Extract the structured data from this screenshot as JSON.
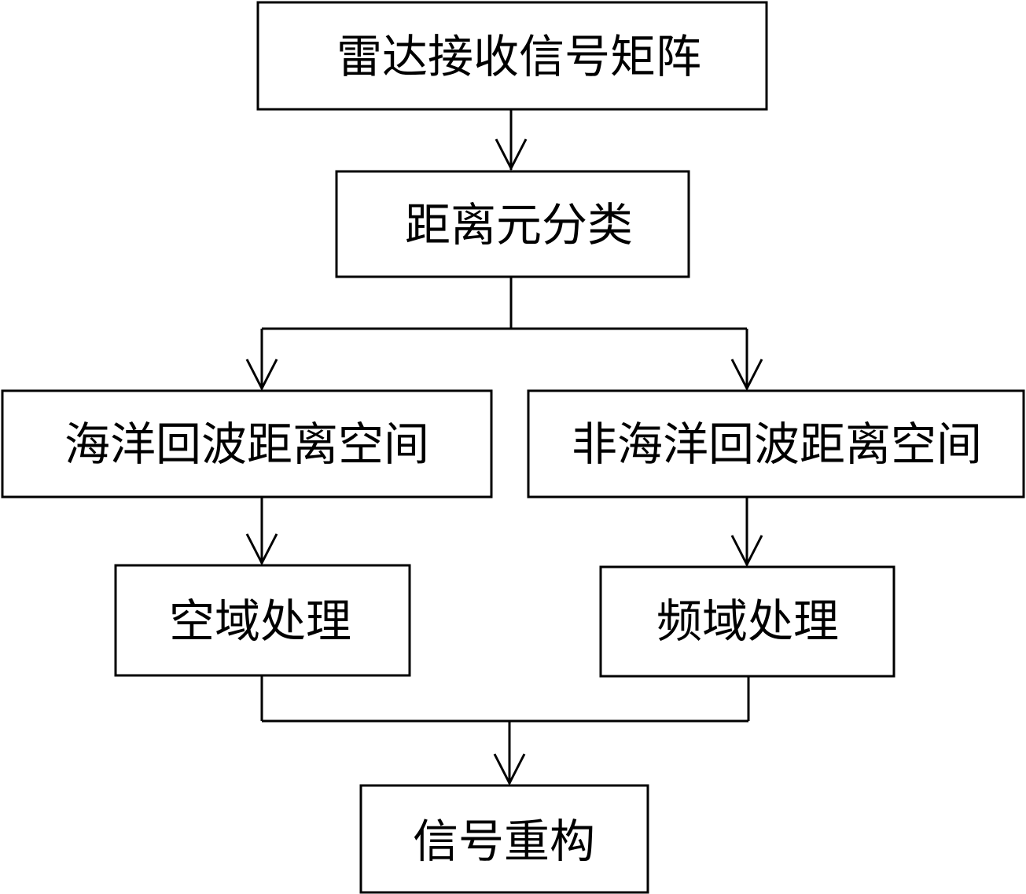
{
  "nodes": {
    "radar_signal_matrix": "雷达接收信号矩阵",
    "range_cell_classification": "距离元分类",
    "ocean_echo_range_space": "海洋回波距离空间",
    "non_ocean_echo_range_space": "非海洋回波距离空间",
    "spatial_domain_processing": "空域处理",
    "frequency_domain_processing": "频域处理",
    "signal_reconstruction": "信号重构"
  },
  "edges": [
    {
      "from": "radar_signal_matrix",
      "to": "range_cell_classification"
    },
    {
      "from": "range_cell_classification",
      "to": "ocean_echo_range_space"
    },
    {
      "from": "range_cell_classification",
      "to": "non_ocean_echo_range_space"
    },
    {
      "from": "ocean_echo_range_space",
      "to": "spatial_domain_processing"
    },
    {
      "from": "non_ocean_echo_range_space",
      "to": "frequency_domain_processing"
    },
    {
      "from": "spatial_domain_processing",
      "to": "signal_reconstruction"
    },
    {
      "from": "frequency_domain_processing",
      "to": "signal_reconstruction"
    }
  ]
}
